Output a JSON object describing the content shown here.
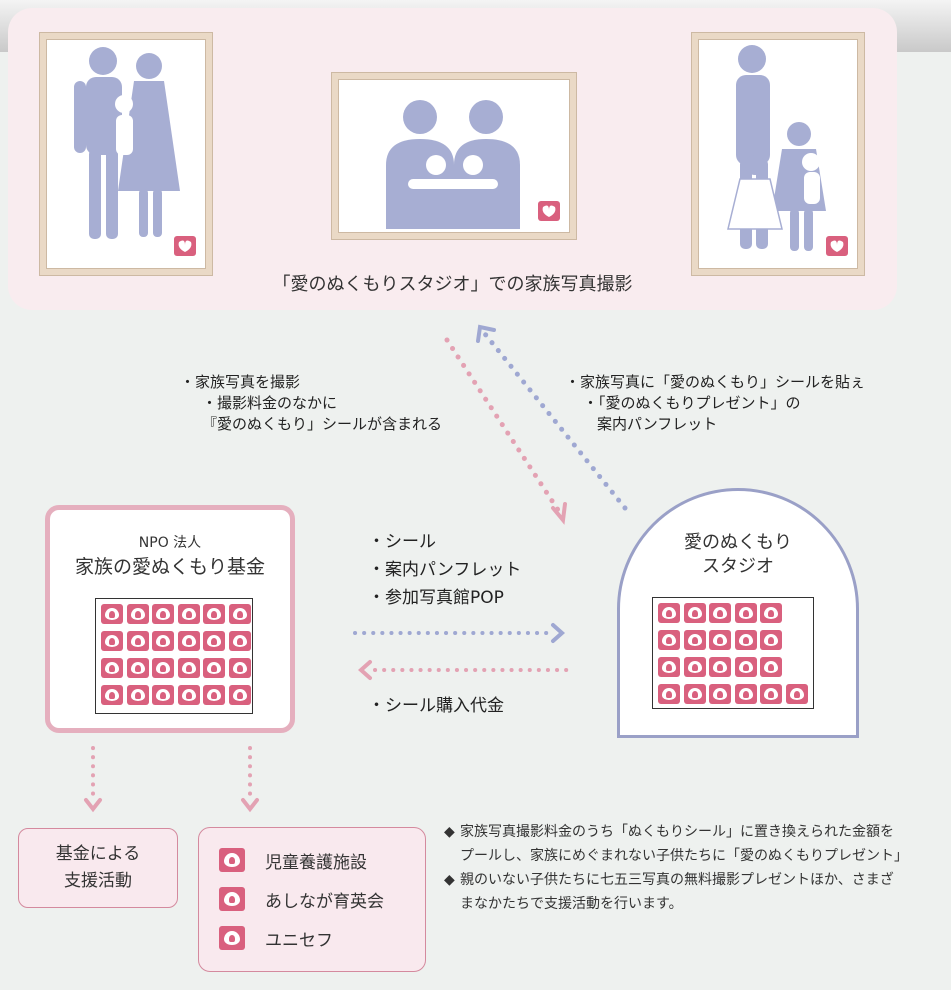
{
  "caption": "「愛のぬくもりスタジオ」での家族写真撮影",
  "left_flow_lines": [
    "・家族写真を撮影",
    "・撮影料金のなかに",
    "『愛のぬくもり」シールが含まれる"
  ],
  "right_flow_lines": [
    "・家族写真に「愛のぬくもり」シールを貼ぇ",
    "・「愛のぬくもりプレゼント」の",
    "案内パンフレット"
  ],
  "npo": {
    "subtitle": "NPO 法人",
    "title": "家族の愛ぬくもり基金"
  },
  "studio": {
    "title_line1": "愛のぬくもり",
    "title_line2": "スタジオ"
  },
  "middle_items": [
    "・シール",
    "・案内パンフレット",
    "・参加写真館POP"
  ],
  "payment_label": "・シール購入代金",
  "fund_box": {
    "line1": "基金による",
    "line2": "支援活動"
  },
  "organizations": [
    "児童養護施設",
    "あしなが育英会",
    "ユニセフ"
  ],
  "notes": [
    "家族写真撮影料金のうち「ぬくもりシール」に置き換えられた金額をプールし、家族にめぐまれない子供たちに「愛のぬくもりプレゼント」",
    "親のいない子供たちに七五三写真の無料撮影プレゼントほか、さまざまなかたちで支援活動を行います。"
  ],
  "note_bullet": "◆",
  "colors": {
    "pink": "#d9607e",
    "lavender": "#9aa0c7",
    "figure": "#a7aed3",
    "frame": "#ead9c6"
  },
  "icons": [
    "heart-seal-icon",
    "family-figure-icon",
    "dotted-arrow"
  ]
}
